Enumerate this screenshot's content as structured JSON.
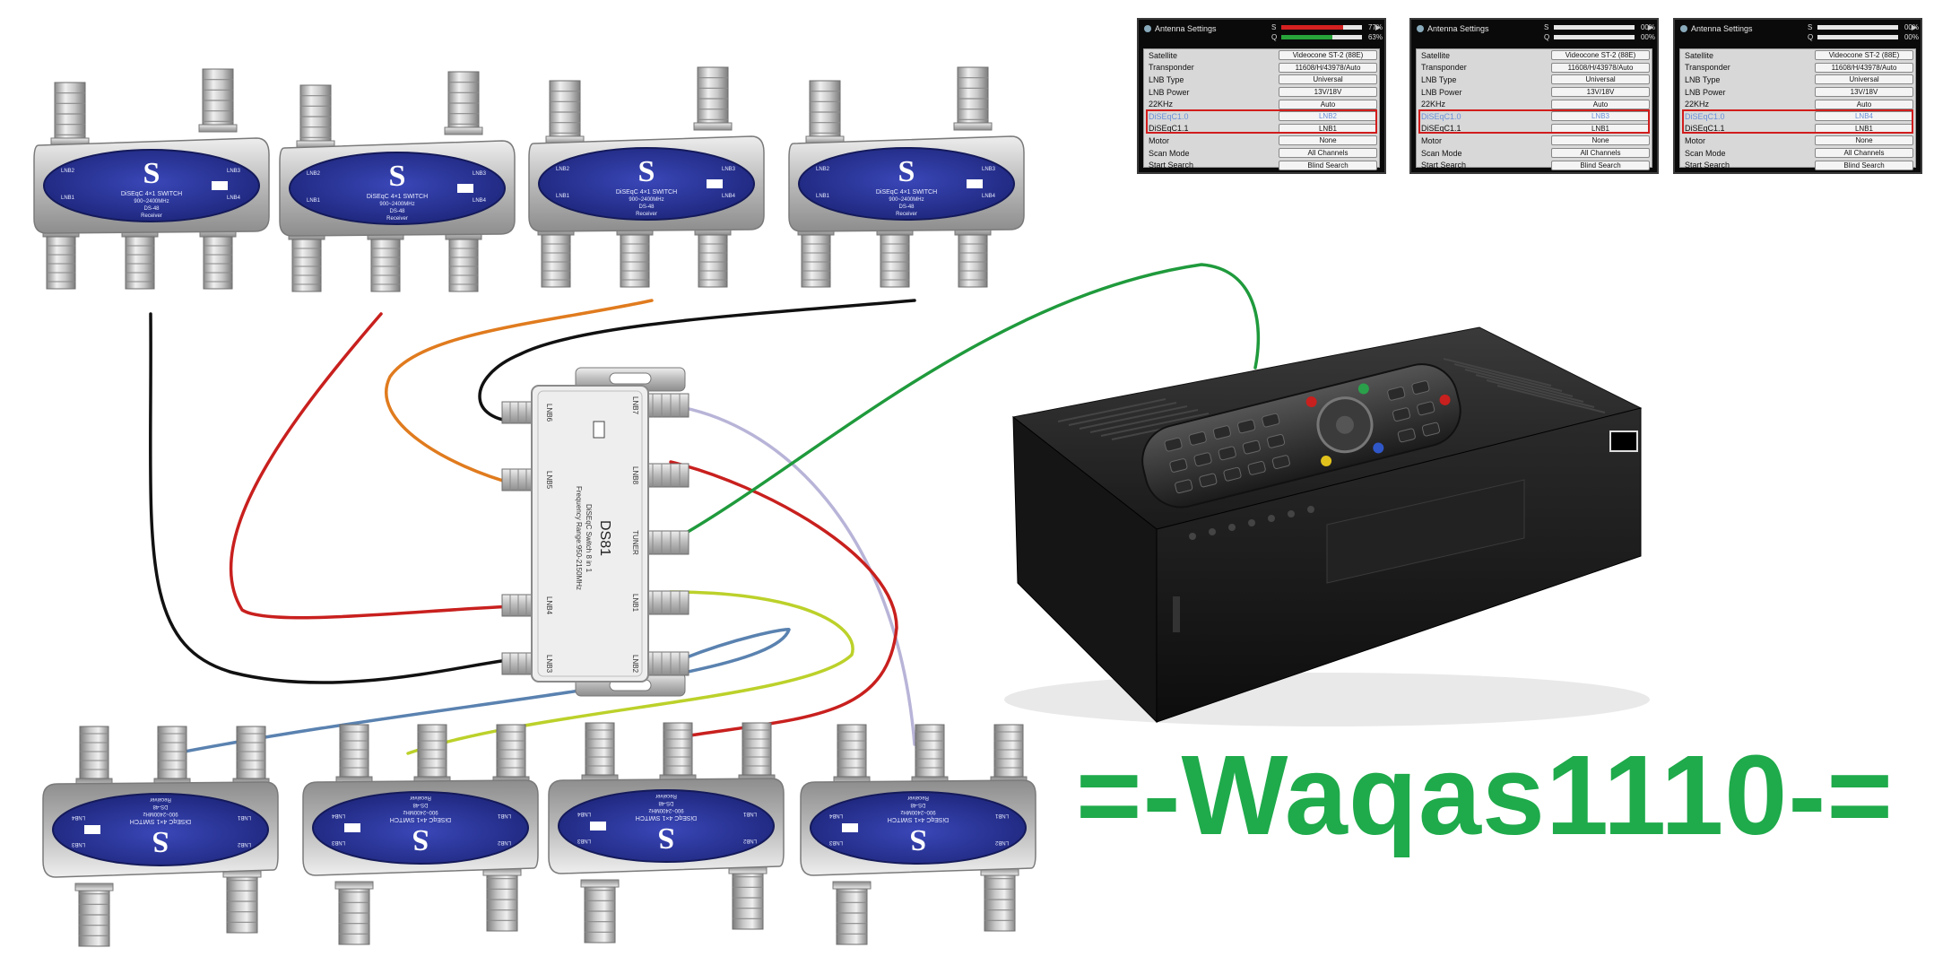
{
  "watermark": "=-Waqas1110-=",
  "center_switch": {
    "model": "DS81",
    "line1": "DiSEqC Switch 8 in 1",
    "line2": "Frequency Range:950-2150MHz",
    "left_ports": [
      "LNB6",
      "LNB5",
      "LNB4",
      "LNB3"
    ],
    "right_ports": [
      "LNB7",
      "LNB8",
      "TUNER",
      "LNB1",
      "LNB2"
    ]
  },
  "small_switch": {
    "logo": "S",
    "line1": "DiSEqC 4×1 SWITCH",
    "line2": "900~2400MHz",
    "line3": "DS-48",
    "line4": "Receiver",
    "ports": [
      "LNB1",
      "LNB2",
      "LNB3",
      "LNB4"
    ]
  },
  "panels": [
    {
      "title": "Antenna Settings",
      "s_label": "S",
      "q_label": "Q",
      "s_value": "77%",
      "q_value": "63%",
      "s_level": 0.77,
      "q_level": 0.63,
      "s_color": "#d42020",
      "q_color": "#27a33a",
      "rows": [
        {
          "label": "Satellite",
          "value": "Videocone ST-2 (88E)"
        },
        {
          "label": "Transponder",
          "value": "11608/H/43978/Auto"
        },
        {
          "label": "LNB Type",
          "value": "Universal"
        },
        {
          "label": "LNB Power",
          "value": "13V/18V"
        },
        {
          "label": "22KHz",
          "value": "Auto"
        },
        {
          "label": "DiSEqC1.0",
          "value": "LNB2",
          "dim": true
        },
        {
          "label": "DiSEqC1.1",
          "value": "LNB1"
        },
        {
          "label": "Motor",
          "value": "None"
        },
        {
          "label": "Scan Mode",
          "value": "All Channels"
        },
        {
          "label": "Start Search",
          "value": "Blind Search"
        }
      ]
    },
    {
      "title": "Antenna Settings",
      "s_label": "S",
      "q_label": "Q",
      "s_value": "00%",
      "q_value": "00%",
      "s_level": 0,
      "q_level": 0,
      "s_color": "#d42020",
      "q_color": "#27a33a",
      "rows": [
        {
          "label": "Satellite",
          "value": "Videocone ST-2 (88E)"
        },
        {
          "label": "Transponder",
          "value": "11608/H/43978/Auto"
        },
        {
          "label": "LNB Type",
          "value": "Universal"
        },
        {
          "label": "LNB Power",
          "value": "13V/18V"
        },
        {
          "label": "22KHz",
          "value": "Auto"
        },
        {
          "label": "DiSEqC1.0",
          "value": "LNB3",
          "dim": true
        },
        {
          "label": "DiSEqC1.1",
          "value": "LNB1"
        },
        {
          "label": "Motor",
          "value": "None"
        },
        {
          "label": "Scan Mode",
          "value": "All Channels"
        },
        {
          "label": "Start Search",
          "value": "Blind Search"
        }
      ]
    },
    {
      "title": "Antenna Settings",
      "s_label": "S",
      "q_label": "Q",
      "s_value": "00%",
      "q_value": "00%",
      "s_level": 0,
      "q_level": 0,
      "s_color": "#d42020",
      "q_color": "#27a33a",
      "rows": [
        {
          "label": "Satellite",
          "value": "Videocone ST-2 (88E)"
        },
        {
          "label": "Transponder",
          "value": "11608/H/43978/Auto"
        },
        {
          "label": "LNB Type",
          "value": "Universal"
        },
        {
          "label": "LNB Power",
          "value": "13V/18V"
        },
        {
          "label": "22KHz",
          "value": "Auto"
        },
        {
          "label": "DiSEqC1.0",
          "value": "LNB4",
          "dim": true
        },
        {
          "label": "DiSEqC1.1",
          "value": "LNB1"
        },
        {
          "label": "Motor",
          "value": "None"
        },
        {
          "label": "Scan Mode",
          "value": "All Channels"
        },
        {
          "label": "Start Search",
          "value": "Blind Search"
        }
      ]
    }
  ],
  "cable_colors": {
    "black": "#111111",
    "red": "#c8201e",
    "orange": "#e07b1e",
    "green": "#1f9a3c",
    "lavender": "#b8b4d8",
    "blue": "#5a82b0",
    "yellowgreen": "#bcd12a"
  }
}
